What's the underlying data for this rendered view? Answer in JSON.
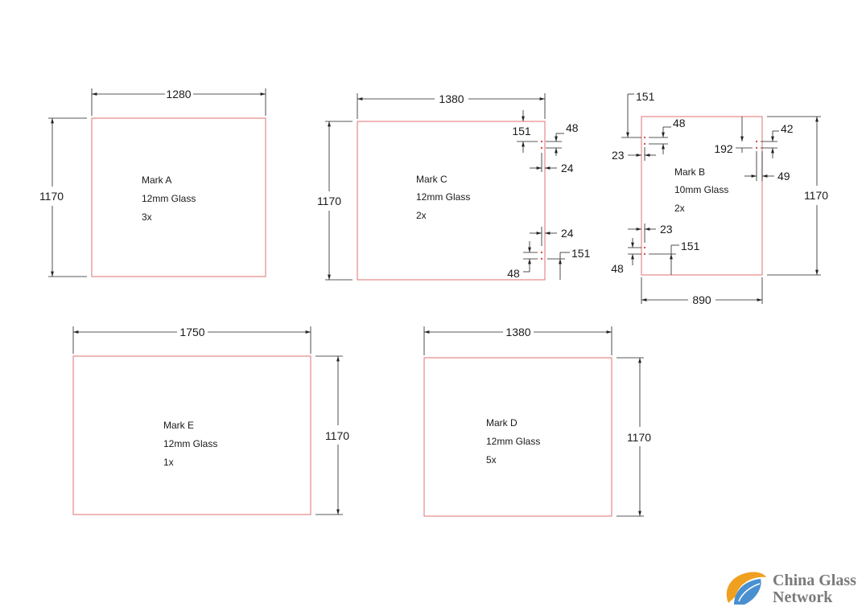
{
  "panels": [
    {
      "id": "mark-a",
      "dim_width": "1280",
      "dim_height": "1170",
      "mark": "Mark A",
      "glass": "12mm Glass",
      "qty": "3x"
    },
    {
      "id": "mark-c",
      "dim_width": "1380",
      "dim_height": "1170",
      "mark": "Mark C",
      "glass": "12mm Glass",
      "qty": "2x"
    },
    {
      "id": "mark-b",
      "dim_width": "890",
      "dim_height": "1170",
      "mark": "Mark B",
      "glass": "10mm Glass",
      "qty": "2x"
    },
    {
      "id": "mark-e",
      "dim_width": "1750",
      "dim_height": "1170",
      "mark": "Mark E",
      "glass": "12mm Glass",
      "qty": "1x"
    },
    {
      "id": "mark-d",
      "dim_width": "1380",
      "dim_height": "1170",
      "mark": "Mark D",
      "glass": "12mm Glass",
      "qty": "5x"
    }
  ],
  "mark_c_holes": {
    "top_offset": "151",
    "top_spacing": "48",
    "top_edge": "24",
    "bottom_edge": "24",
    "bottom_spacing": "48",
    "bottom_offset": "151"
  },
  "mark_b_holes": {
    "top_offset": "151",
    "top_spacing": "48",
    "left_edge": "23",
    "right_offset": "192",
    "right_spacing": "42",
    "right_edge": "49",
    "bottom_edge": "23",
    "bottom_offset": "151",
    "bottom_spacing": "48"
  },
  "logo": {
    "line1": "China Glass",
    "line2": "Network",
    "colors": {
      "blue": "#4a90d0",
      "orange": "#f0a020"
    }
  }
}
